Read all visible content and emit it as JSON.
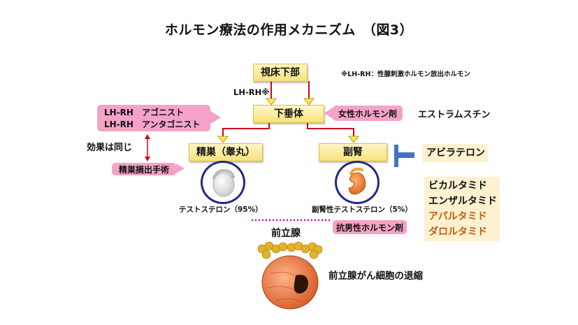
{
  "title": "ホルモン療法の作用メカニズム　（図3）",
  "note": "※LH-RH：性腺刺激ホルモン放出ホルモン",
  "nodes": {
    "hypothalamus": "視床下部",
    "lhrh_label": "LH-RH※",
    "pituitary": "下垂体",
    "testis": "精巣（睾丸）",
    "adrenal": "副腎",
    "prostate": "前立腺"
  },
  "callouts": {
    "lhrh_line1": "LH-RH　アゴニスト",
    "lhrh_line2": "LH-RH　アンタゴニスト",
    "same_effect": "効果は同じ",
    "orchiectomy": "精巣摘出手術",
    "female_hormone": "女性ホルモン剤",
    "estramustine": "エストラムスチン",
    "abiraterone": "アビラテロン",
    "antiandrogen": "抗男性ホルモン剤",
    "testosterone": "テストステロン（95%）",
    "adrenal_testosterone": "副腎性テストステロン（5%）",
    "regression": "前立腺がん細胞の退縮"
  },
  "antiandrogen_drugs": [
    "ビカルタミド",
    "エンザルタミド",
    "アパルタミド",
    "ダロルタミド"
  ],
  "colors": {
    "arrow": "#d0021b",
    "callout_pink": "#f4a3c7",
    "blocker_blue": "#4472c4",
    "node_yellow": "#f7e27a",
    "circle_border": "#22268a",
    "highlight_drug": "#c55a11"
  }
}
